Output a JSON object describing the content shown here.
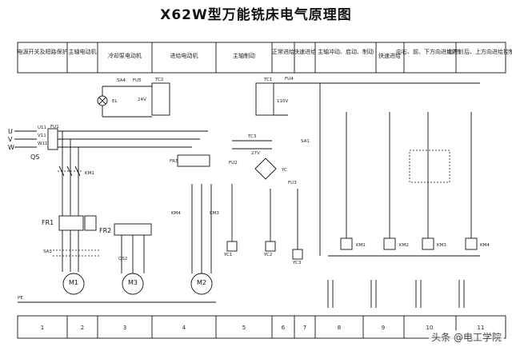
{
  "title": "X62W型万能铣床电气原理图",
  "header_cells": [
    "电源开关及短路保护",
    "主轴电动机",
    "冷却泵电动机",
    "进给电动机",
    "主轴制动",
    "正常进给",
    "快速进给",
    "主轴冲动、启动、制动",
    "快速进给",
    "向右、前、下方向进给控制",
    "向左、后、上方向进给控制"
  ],
  "footer_numbers": [
    "1",
    "2",
    "3",
    "4",
    "5",
    "6",
    "7",
    "8",
    "9",
    "10",
    "11"
  ],
  "phase_labels": [
    "U",
    "V",
    "W"
  ],
  "component_labels": {
    "u11": "U11",
    "v11": "V11",
    "w11": "W11",
    "qs": "QS",
    "pe": "PE",
    "m1": "M1",
    "m2": "M2",
    "m3": "M3",
    "fr1": "FR1",
    "fr2": "FR2",
    "fr3": "FR3",
    "tc1": "TC1",
    "tc2": "TC2",
    "tc3": "TC3",
    "yc": "YC",
    "yc1": "YC1",
    "yc2": "YC2",
    "yc3": "YC3",
    "km1": "KM1",
    "km2": "KM2",
    "km3": "KM3",
    "km4": "KM4",
    "el": "EL",
    "sa1": "SA1",
    "sa3": "SA3",
    "sa4": "SA4",
    "qs2": "QS2",
    "v24": "24V",
    "v27": "27V",
    "v110": "110V",
    "fu1": "FU1",
    "fu2": "FU2",
    "fu3": "FU3",
    "fu4": "FU4",
    "fu5": "FU5"
  },
  "watermark": "头条 @电工学院"
}
